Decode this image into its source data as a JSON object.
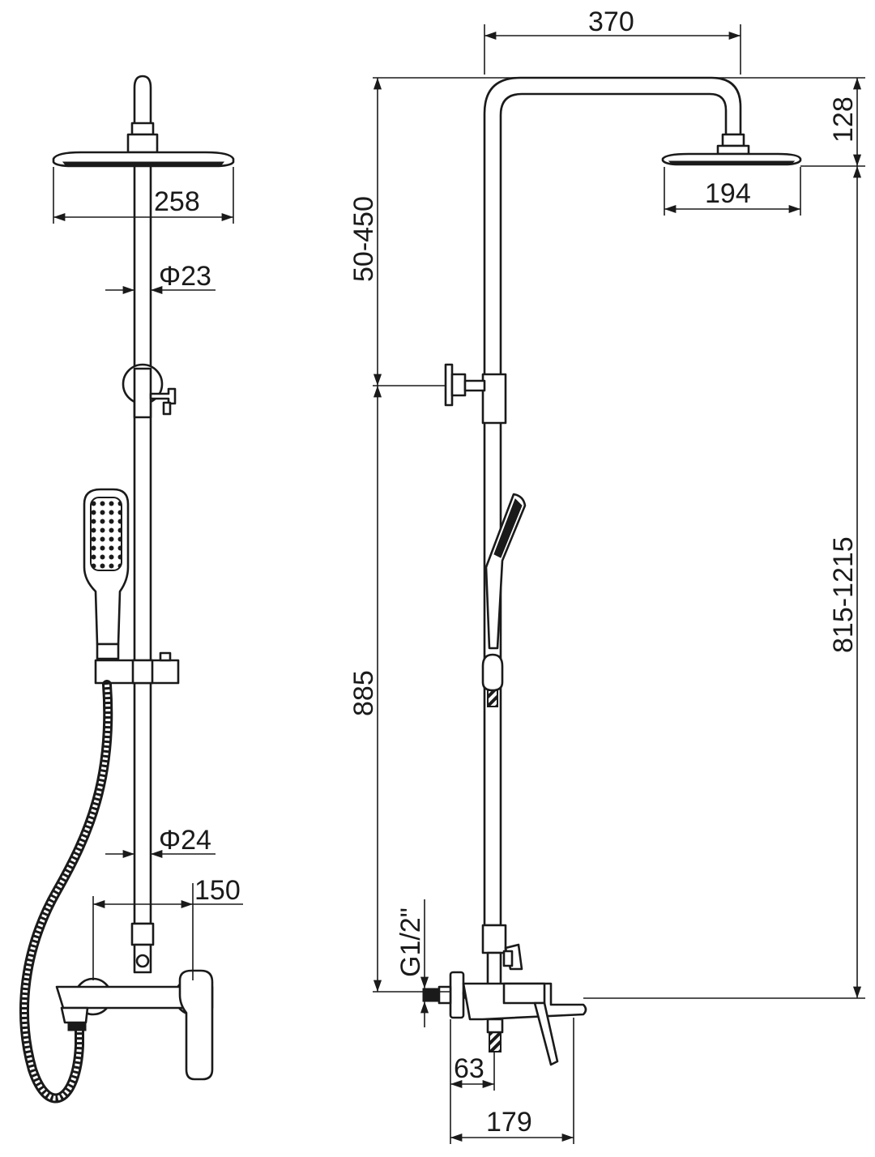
{
  "dimensions": {
    "head_width": "258",
    "pipe_diameter_upper": "Φ23",
    "pipe_diameter_lower": "Φ24",
    "mixer_centers": "150",
    "arm_reach": "370",
    "head_drop": "128",
    "side_head_width": "194",
    "height_adjust": "50-450",
    "total_height": "815-1215",
    "lower_height": "885",
    "inlet_thread": "G1/2\"",
    "inlet_depth": "63",
    "mixer_depth": "179"
  }
}
